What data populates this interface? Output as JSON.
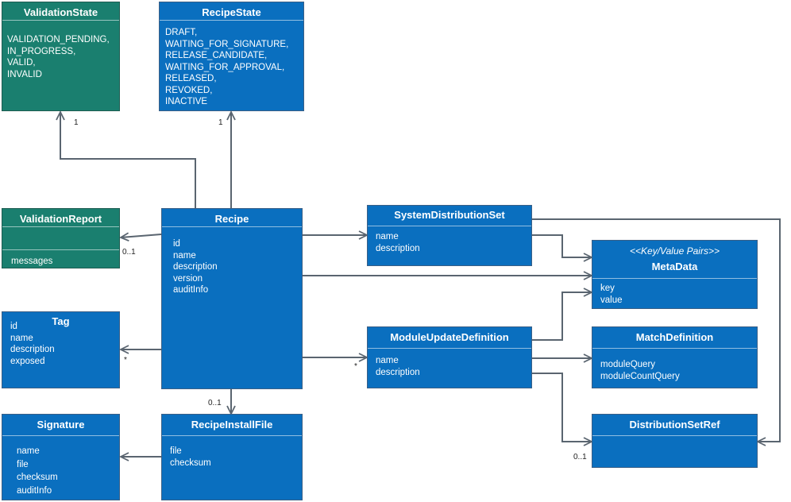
{
  "classes": {
    "validation_state": {
      "title": "ValidationState",
      "attrs": [
        "VALIDATION_PENDING,",
        "IN_PROGRESS,",
        "VALID,",
        "INVALID"
      ]
    },
    "recipe_state": {
      "title": "RecipeState",
      "attrs": [
        "DRAFT,",
        "WAITING_FOR_SIGNATURE,",
        "RELEASE_CANDIDATE,",
        "WAITING_FOR_APPROVAL,",
        "RELEASED,",
        "REVOKED,",
        "INACTIVE"
      ]
    },
    "validation_report": {
      "title": "ValidationReport",
      "attrs": [
        "messages"
      ]
    },
    "recipe": {
      "title": "Recipe",
      "attrs": [
        "id",
        "name",
        "description",
        "version",
        "auditInfo"
      ]
    },
    "system_distribution_set": {
      "title": "SystemDistributionSet",
      "attrs": [
        "name",
        "description"
      ]
    },
    "meta_data": {
      "stereotype": "<<Key/Value Pairs>>",
      "title": "MetaData",
      "attrs": [
        "key",
        "value"
      ]
    },
    "tag": {
      "title": "Tag",
      "attrs": [
        "id",
        "name",
        "description",
        "exposed"
      ]
    },
    "module_update_definition": {
      "title": "ModuleUpdateDefinition",
      "attrs": [
        "name",
        "description"
      ]
    },
    "match_definition": {
      "title": "MatchDefinition",
      "attrs": [
        "moduleQuery",
        "moduleCountQuery"
      ]
    },
    "signature": {
      "title": "Signature",
      "attrs": [
        "name",
        "file",
        "checksum",
        "auditInfo"
      ]
    },
    "recipe_install_file": {
      "title": "RecipeInstallFile",
      "attrs": [
        "file",
        "checksum"
      ]
    },
    "distribution_set_ref": {
      "title": "DistributionSetRef",
      "attrs": []
    }
  },
  "multiplicities": {
    "validation_state": "1",
    "recipe_state": "1",
    "validation_report": "0..1",
    "tag": "*",
    "module_update_definition": "*",
    "recipe_install_file": "0..1",
    "distribution_set_ref": "0..1"
  },
  "colors": {
    "class_fill": "#0a6fbf",
    "enum_fill": "#1a7f6f",
    "line": "#5a6570"
  }
}
